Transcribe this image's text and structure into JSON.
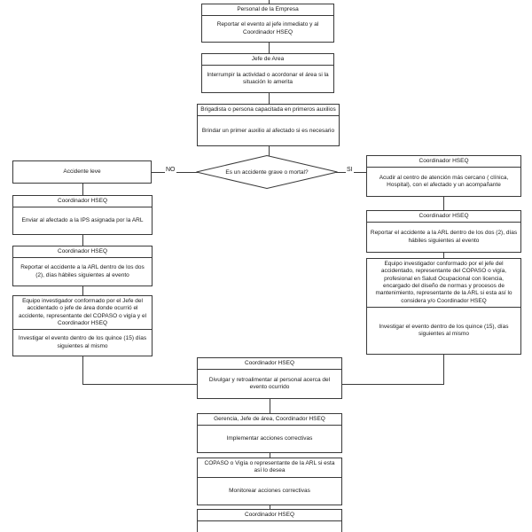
{
  "colors": {
    "border": "#3a3a3a",
    "background": "#ffffff",
    "text": "#1a1a1a"
  },
  "decision": {
    "label": "Es un accidente grave o mortal?",
    "no_label": "NO",
    "si_label": "SI"
  },
  "nodes": {
    "personal": {
      "header": "Personal de la Empresa",
      "body": "Reportar el evento al jefe inmediato y al Coordinador HSEQ"
    },
    "jefe_area": {
      "header": "Jefe de Area",
      "body": "Interrumpir la actividad o acordonar el área si la situación lo amerita"
    },
    "brigadista": {
      "header": "Brigadista o persona capacitada en primeros auxilios",
      "body": "Brindar un primer auxilio al afectado si es necesario"
    },
    "accidente_leve": {
      "label": "Accidente leve"
    },
    "hseq_enviar": {
      "header": "Coordinador HSEQ",
      "body": "Enviar al afectado a la IPS asignada por la ARL"
    },
    "hseq_reportar_izq": {
      "header": "Coordinador HSEQ",
      "body": "Reportar el accidente a la ARL dentro de los dos (2), días hábiles siguientes al evento"
    },
    "equipo_izq": {
      "header": "Equipo investigador conformado por el Jefe del accidentado o jefe de área donde ocurrió el accidente, representante del COPASO o vigía y el Coordinador HSEQ",
      "body": "Investigar el evento dentro de los quince (15) días siguientes al mismo"
    },
    "hseq_acudir": {
      "header": "Coordinador HSEQ",
      "body": "Acudir al centro de atención más cercano ( clínica, Hospital), con el afectado y un acompañante"
    },
    "hseq_reportar_der": {
      "header": "Coordinador HSEQ",
      "body": "Reportar el accidente a la ARL dentro de los dos (2), días hábiles siguientes al evento"
    },
    "equipo_der": {
      "header": "Equipo investigador conformado por el jefe del accidentado, representante del COPASO o vigía, profesional en Salud Ocupacional con licencia, encargado del diseño de normas y procesos de mantenimiento, representante de la ARL si esta así lo considera y/o Coordinador HSEQ",
      "body": "Investigar el evento dentro de los quince (15), días siguientes al mismo"
    },
    "hseq_divulgar": {
      "header": "Coordinador HSEQ",
      "body": "Divulgar y retroalimentar al personal acerca del evento ocurrido"
    },
    "gerencia": {
      "header": "Gerencia, Jefe de área, Coordinador HSEQ",
      "body": "Implementar acciones correctivas"
    },
    "copaso": {
      "header": "COPASO o Vigía o representante de la ARL si esta así lo desea",
      "body": "Monitorear acciones correctivas"
    },
    "hseq_final": {
      "header": "Coordinador HSEQ",
      "body": ""
    }
  }
}
